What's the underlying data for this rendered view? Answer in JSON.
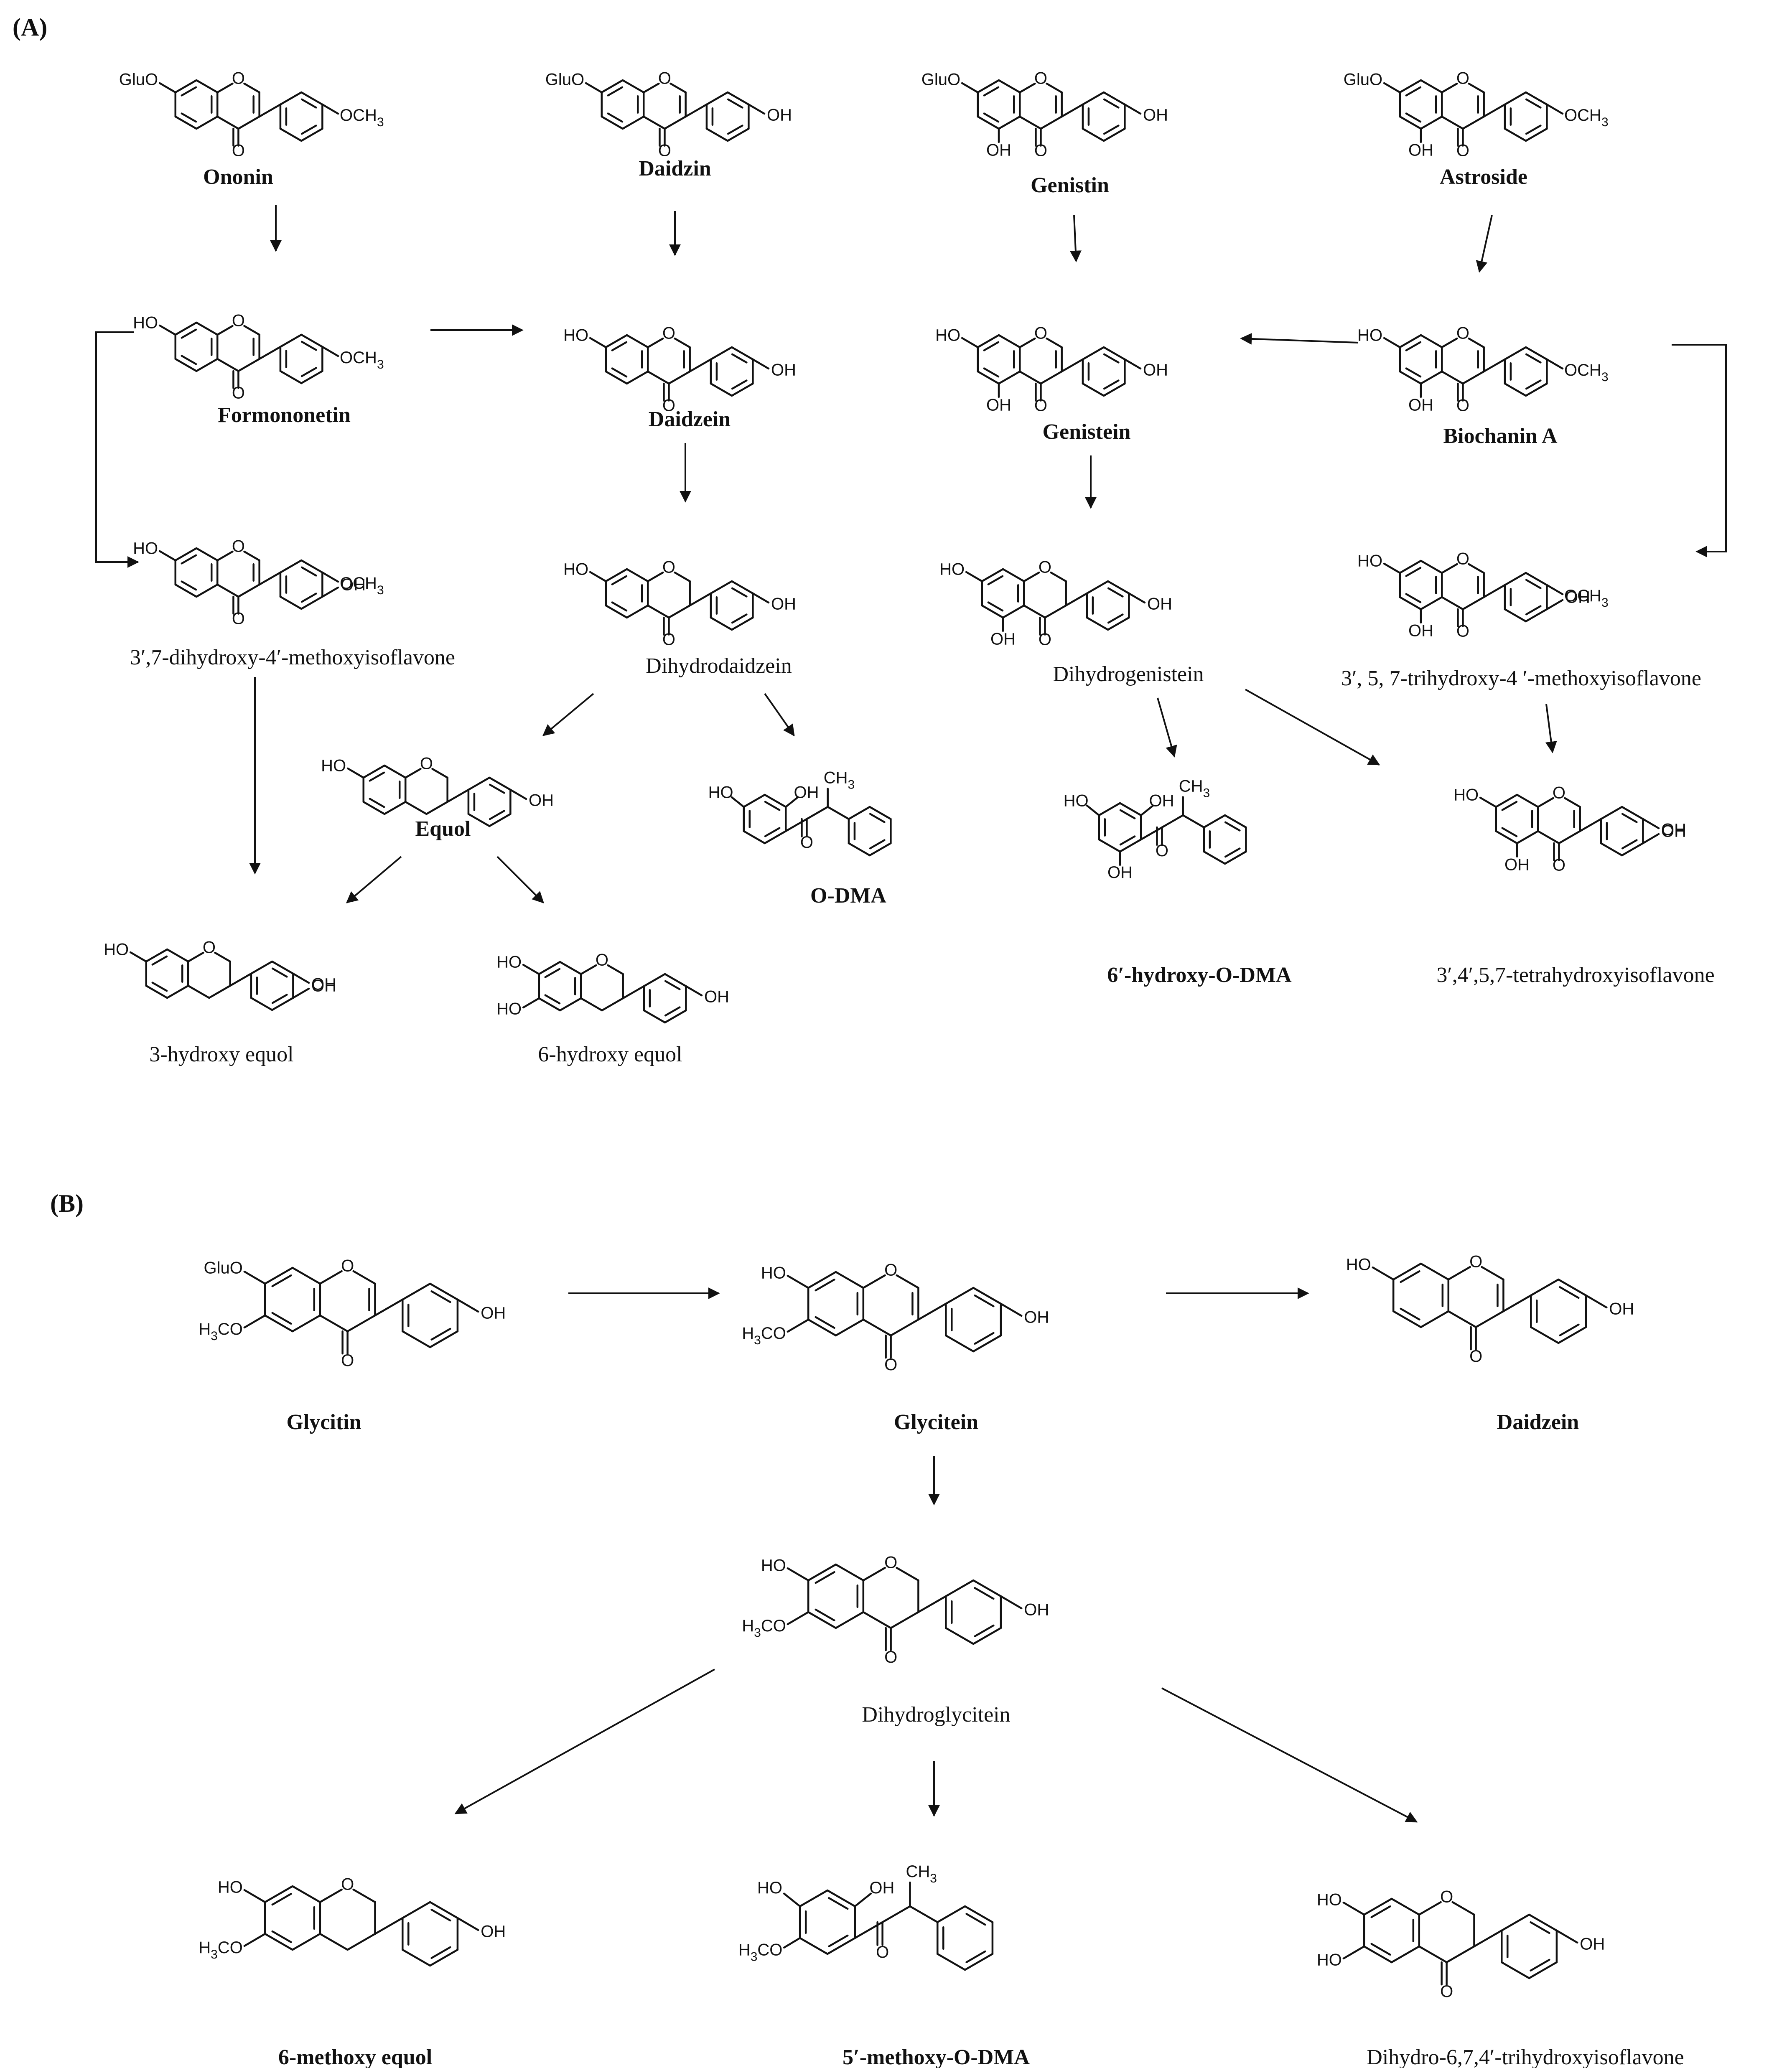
{
  "panels": {
    "a": "(A)",
    "b": "(B)"
  },
  "substituents": {
    "glu_o": "GluO",
    "ho": "HO",
    "oh": "OH",
    "ring_o": "O",
    "keto_o": "O",
    "och3": "OCH3",
    "h3co": "H3CO",
    "ch3": "CH3"
  },
  "compounds_a": [
    {
      "name": "Ononin",
      "bold": true
    },
    {
      "name": "Daidzin",
      "bold": true
    },
    {
      "name": "Genistin",
      "bold": true
    },
    {
      "name": "Astroside",
      "bold": true
    },
    {
      "name": "Formononetin",
      "bold": true
    },
    {
      "name": "Daidzein",
      "bold": true
    },
    {
      "name": "Genistein",
      "bold": true
    },
    {
      "name": "Biochanin A",
      "bold": true
    },
    {
      "name": "3′,7-dihydroxy-4′-methoxyisoflavone",
      "bold": false
    },
    {
      "name": "Dihydrodaidzein",
      "bold": false
    },
    {
      "name": "Dihydrogenistein",
      "bold": false
    },
    {
      "name": "3′, 5, 7-trihydroxy-4 ′-methoxyisoflavone",
      "bold": false
    },
    {
      "name": "Equol",
      "bold": true
    },
    {
      "name": "O-DMA",
      "bold": true
    },
    {
      "name": "6′-hydroxy-O-DMA",
      "bold": true
    },
    {
      "name": "3′,4′,5,7-tetrahydroxyisoflavone",
      "bold": false
    },
    {
      "name": "3-hydroxy equol",
      "bold": false
    },
    {
      "name": "6-hydroxy equol",
      "bold": false
    }
  ],
  "compounds_b": [
    {
      "name": "Glycitin",
      "bold": true
    },
    {
      "name": "Glycitein",
      "bold": true
    },
    {
      "name": "Daidzein",
      "bold": true
    },
    {
      "name": "Dihydroglycitein",
      "bold": false
    },
    {
      "name": "6-methoxy equol",
      "bold": true
    },
    {
      "name": "5′-methoxy-O-DMA",
      "bold": true
    },
    {
      "name": "Dihydro-6,7,4′-trihydroxyisoflavone",
      "bold": false
    }
  ],
  "pathways_a": [
    [
      "Ononin",
      "Formononetin"
    ],
    [
      "Daidzin",
      "Daidzein"
    ],
    [
      "Genistin",
      "Genistein"
    ],
    [
      "Astroside",
      "Biochanin A"
    ],
    [
      "Formononetin",
      "Daidzein"
    ],
    [
      "Biochanin A",
      "Genistein"
    ],
    [
      "Formononetin",
      "3′,7-dihydroxy-4′-methoxyisoflavone"
    ],
    [
      "Biochanin A",
      "3′, 5, 7-trihydroxy-4 ′-methoxyisoflavone"
    ],
    [
      "Daidzein",
      "Dihydrodaidzein"
    ],
    [
      "Genistein",
      "Dihydrogenistein"
    ],
    [
      "Dihydrodaidzein",
      "Equol"
    ],
    [
      "Dihydrodaidzein",
      "O-DMA"
    ],
    [
      "Dihydrogenistein",
      "6′-hydroxy-O-DMA"
    ],
    [
      "Dihydrogenistein",
      "3′,4′,5,7-tetrahydroxyisoflavone"
    ],
    [
      "3′, 5, 7-trihydroxy-4 ′-methoxyisoflavone",
      "3′,4′,5,7-tetrahydroxyisoflavone"
    ],
    [
      "3′,7-dihydroxy-4′-methoxyisoflavone",
      "3-hydroxy equol"
    ],
    [
      "Equol",
      "3-hydroxy equol"
    ],
    [
      "Equol",
      "6-hydroxy equol"
    ]
  ],
  "pathways_b": [
    [
      "Glycitin",
      "Glycitein"
    ],
    [
      "Glycitein",
      "Daidzein"
    ],
    [
      "Glycitein",
      "Dihydroglycitein"
    ],
    [
      "Dihydroglycitein",
      "6-methoxy equol"
    ],
    [
      "Dihydroglycitein",
      "5′-methoxy-O-DMA"
    ],
    [
      "Dihydroglycitein",
      "Dihydro-6,7,4′-trihydroxyisoflavone"
    ]
  ]
}
